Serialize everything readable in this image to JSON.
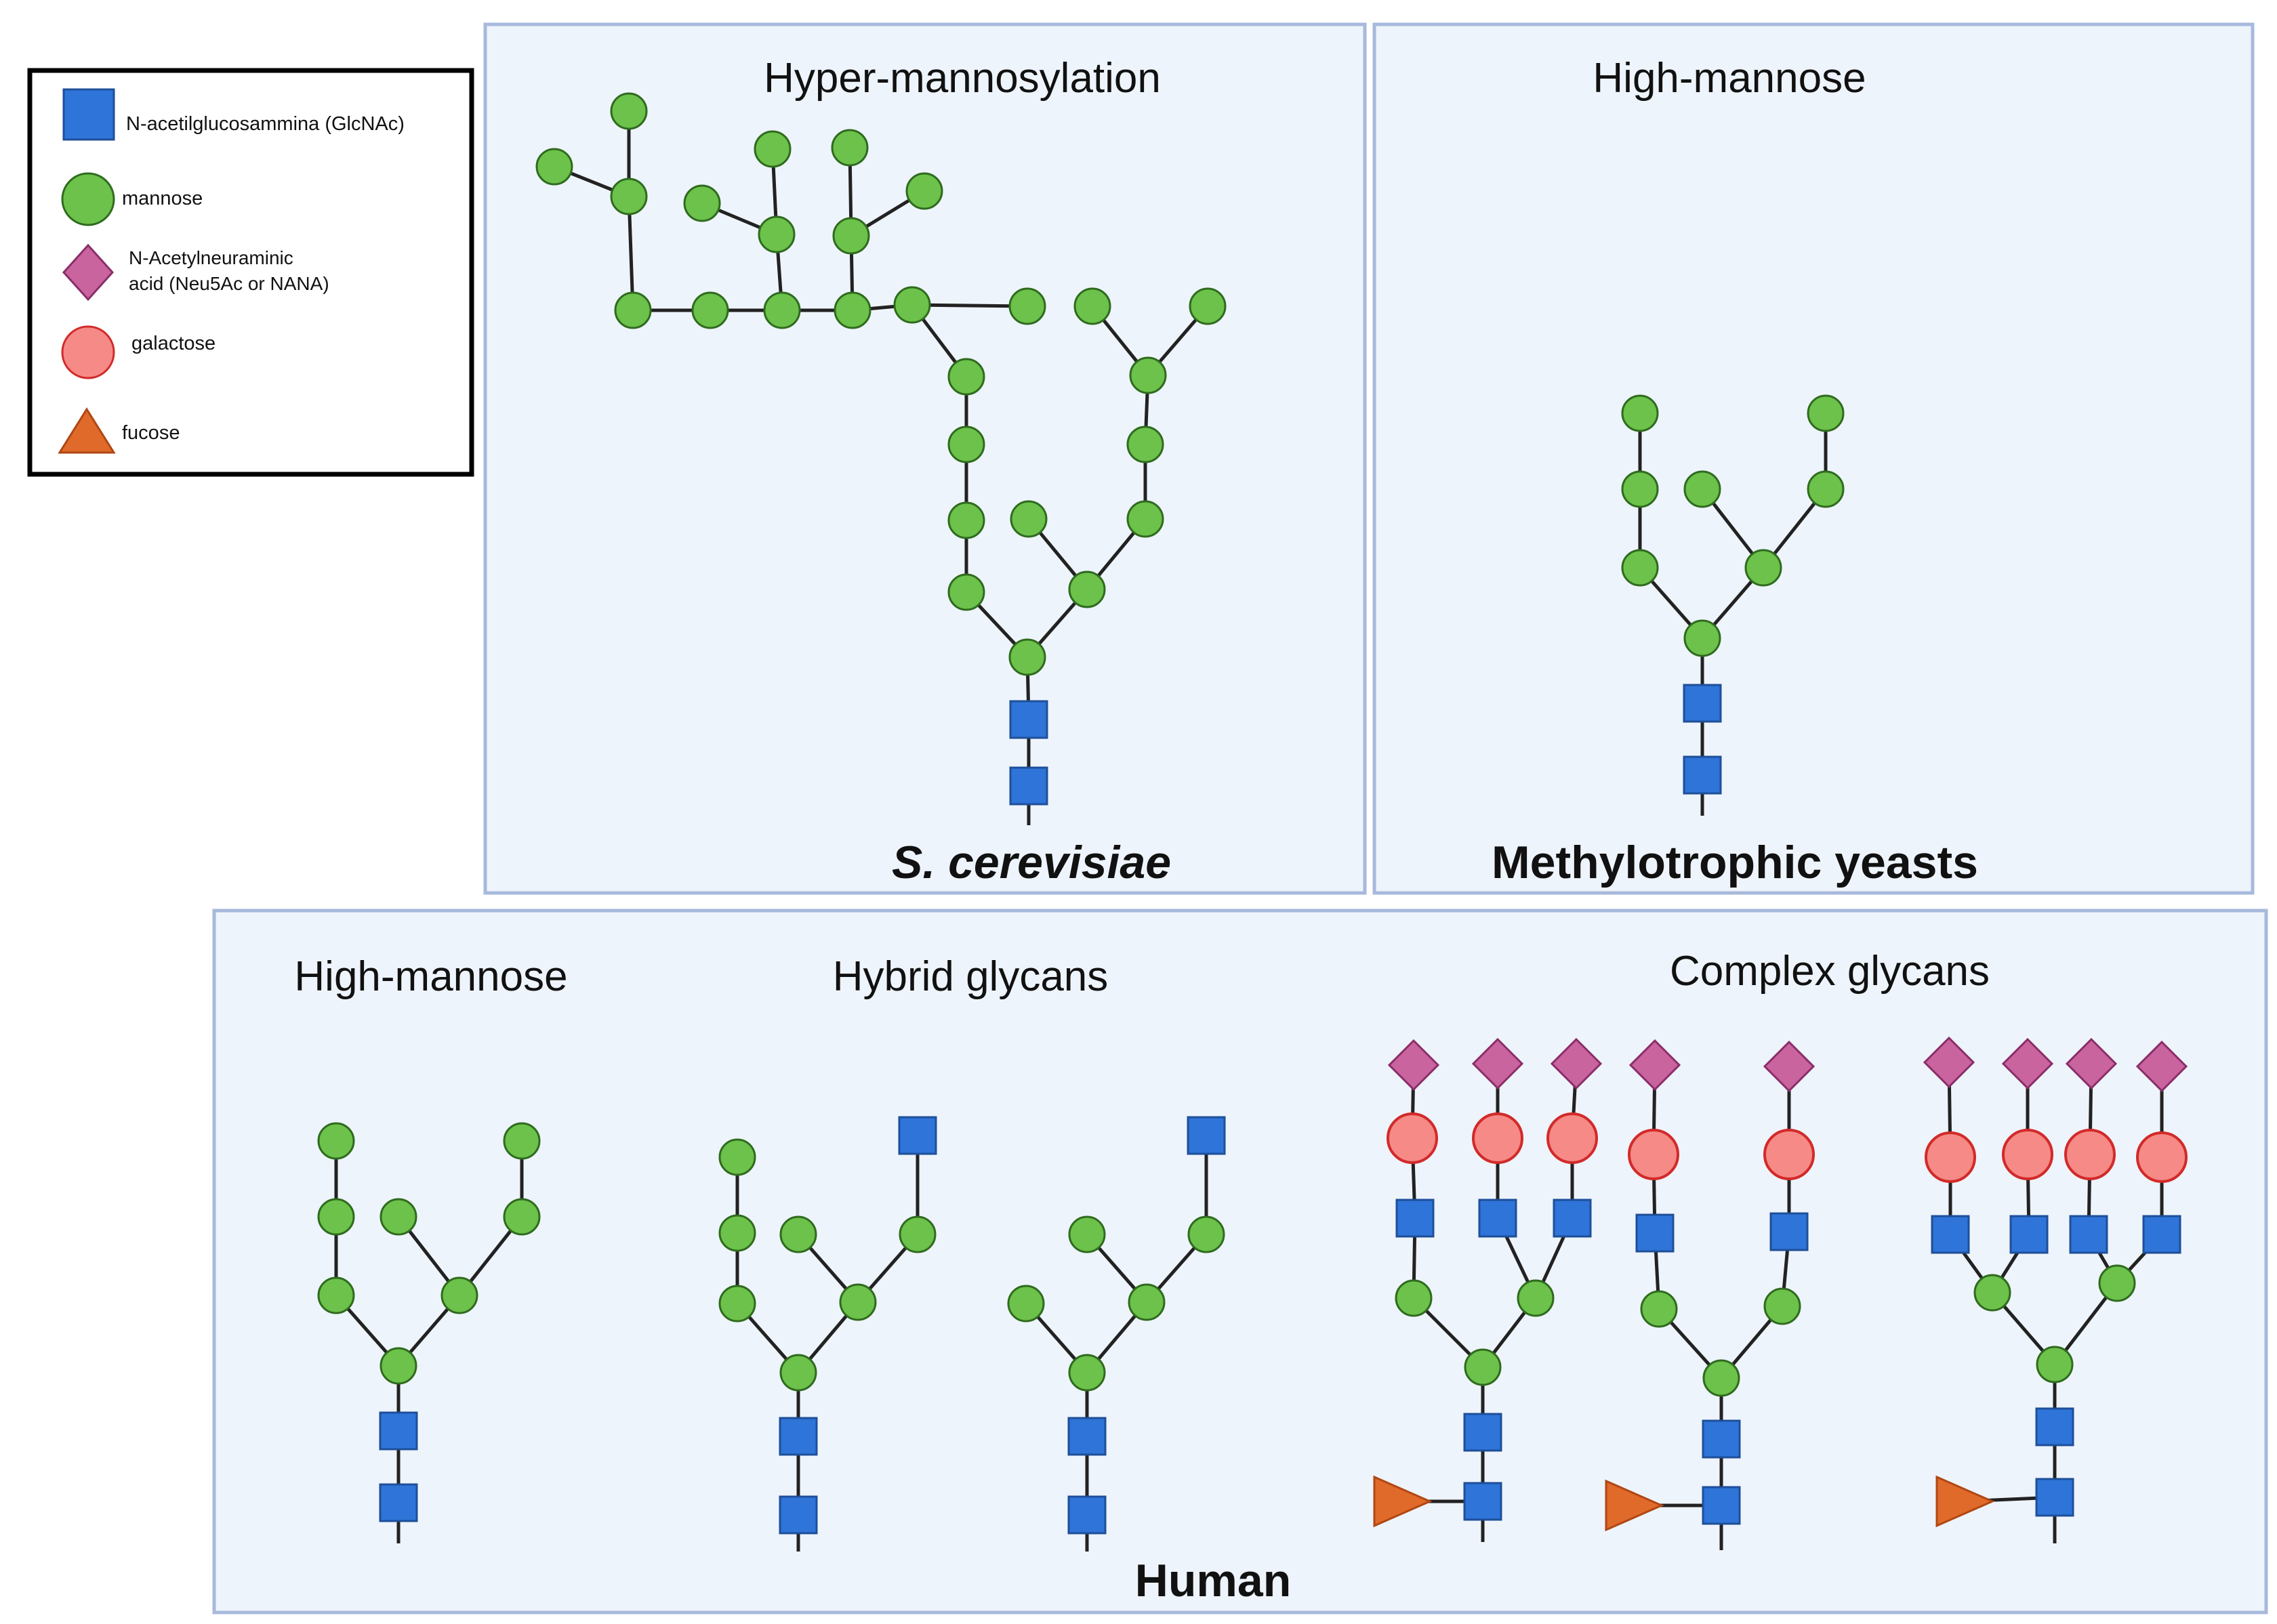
{
  "colors": {
    "glcnac": "#2f74d8",
    "mannose": "#6cc24a",
    "neu5ac": "#c9649f",
    "galactose": "#f58a86",
    "fucose": "#e06a2a",
    "panel_fill": "#eef4fb",
    "panel_border": "#a7b9dc",
    "bond": "#222222"
  },
  "legend": {
    "items": [
      {
        "shape": "square",
        "label": "N-acetilglucosammina (GlcNAc)"
      },
      {
        "shape": "circle",
        "label": "mannose"
      },
      {
        "shape": "diamond",
        "label_line1": "N-Acetylneuraminic",
        "label_line2": "acid (Neu5Ac or NANA)"
      },
      {
        "shape": "circle-red",
        "label": "galactose"
      },
      {
        "shape": "triangle",
        "label": "fucose"
      }
    ]
  },
  "panels": {
    "scerevisiae": {
      "title": "Hyper-mannosylation",
      "organism": "S. cerevisiae"
    },
    "methylotrophic": {
      "title": "High-mannose",
      "organism": "Methylotrophic yeasts"
    },
    "human": {
      "organism": "Human",
      "titles": {
        "high_mannose": "High-mannose",
        "hybrid": "Hybrid glycans",
        "complex": "Complex glycans"
      }
    }
  }
}
